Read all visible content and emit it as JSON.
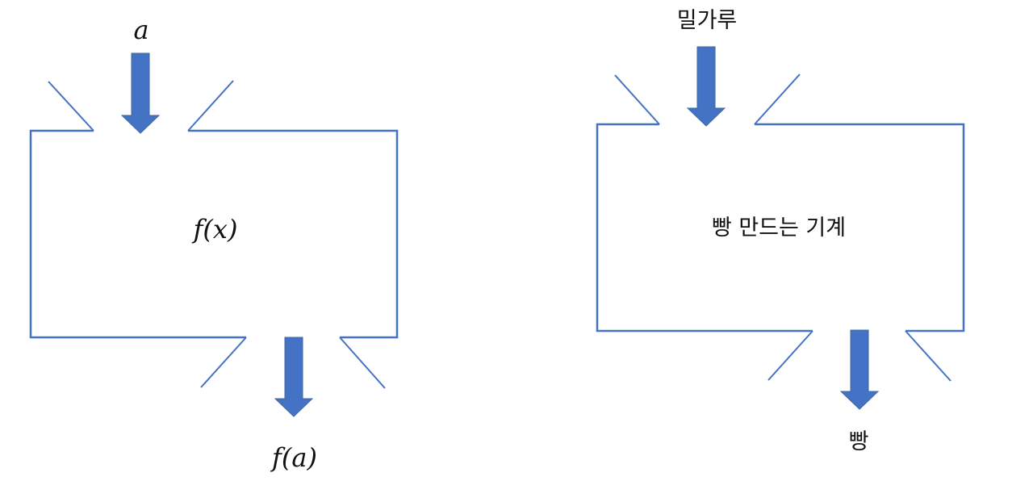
{
  "math_machine": {
    "input_label": "a",
    "function_label": "f(x)",
    "output_label": "f(a)"
  },
  "bread_machine": {
    "input_label": "밀가루",
    "function_label": "빵 만드는 기계",
    "output_label": "빵"
  },
  "colors": {
    "line": "#4472C4",
    "arrow": "#4472C4",
    "text": "#111111",
    "background": "#FFFFFF"
  }
}
